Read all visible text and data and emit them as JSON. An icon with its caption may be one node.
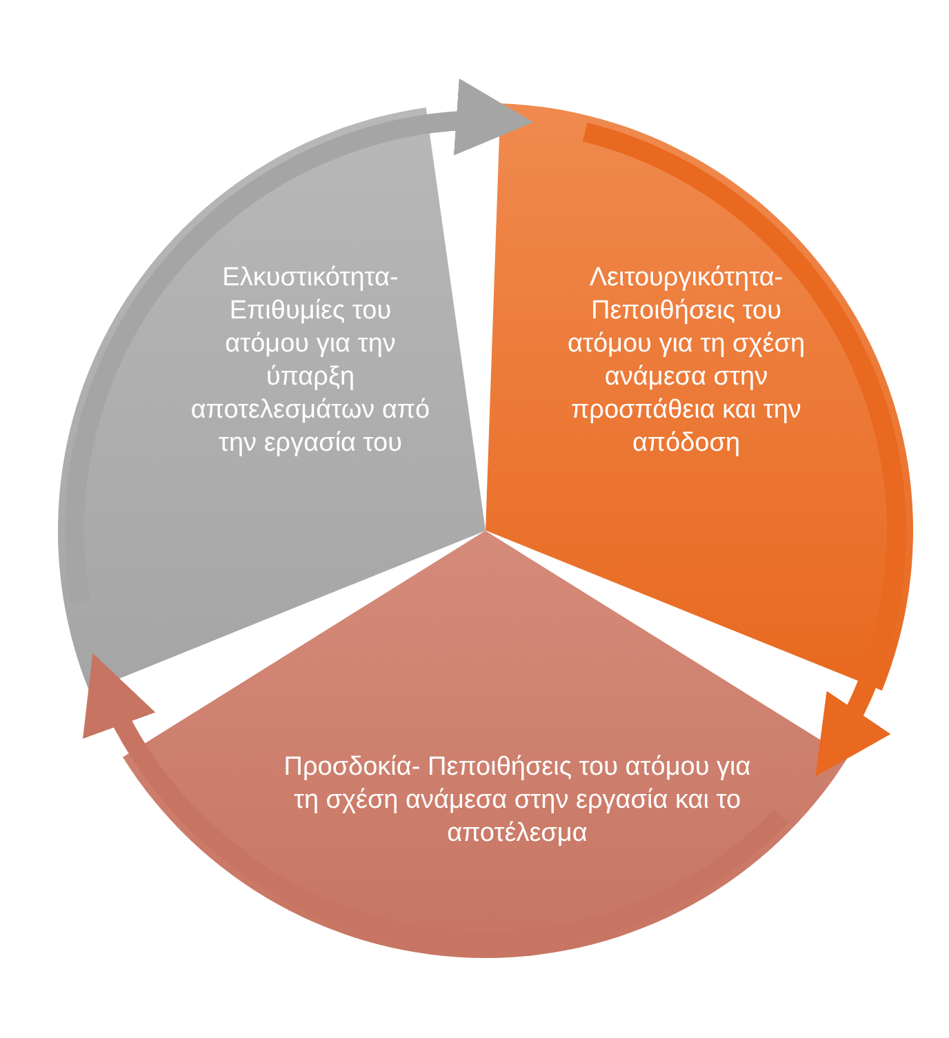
{
  "diagram": {
    "nodes": [
      {
        "text": [
          "Ελκυστικότητα- Επιθυμίες του ατόμου για την ύπαρξη αποτελεσμάτων από την εργασία του"
        ]
      },
      {
        "text": [
          "Λειτουργικότητα- Πεποιθήσεις του ατόμου για τη σχέση ανάμεσα στην προσπάθεια και την απόδοση"
        ]
      },
      {
        "text": [
          "Προσδοκία- Πεποιθήσεις του ατόμου για τη σχέση ανάμεσα στην εργασία και το αποτέλεσμα"
        ]
      }
    ],
    "edges": [
      {
        "from": 0,
        "to": 1,
        "arrow": "to",
        "color": "#a5a5a5"
      },
      {
        "from": 1,
        "to": 2,
        "arrow": "to",
        "color": "#e8691f"
      },
      {
        "from": 2,
        "to": 0,
        "arrow": "to",
        "color": "#c77562"
      }
    ]
  }
}
